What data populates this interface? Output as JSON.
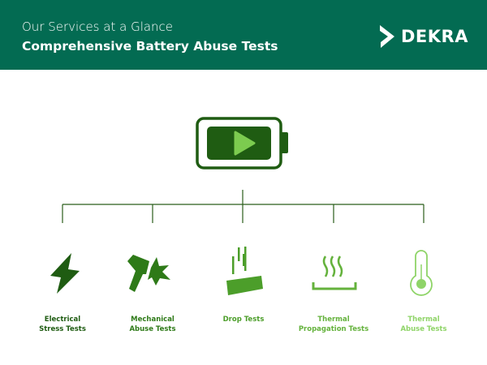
{
  "header": {
    "subtitle": "Our Services at a Glance",
    "title": "Comprehensive Battery Abuse Tests",
    "logo_text": "DEKRA"
  },
  "colors": {
    "header_bg": "#036b52",
    "dark": "#1f5c12",
    "c2": "#2e7a18",
    "c3": "#4c9e2a",
    "c4": "#64b23c",
    "c5": "#8fd468"
  },
  "services": [
    {
      "label_line1": "Electrical",
      "label_line2": "Stress Tests",
      "icon": "lightning-icon"
    },
    {
      "label_line1": "Mechanical",
      "label_line2": "Abuse Tests",
      "icon": "hammer-icon"
    },
    {
      "label_line1": "Drop Tests",
      "label_line2": "",
      "icon": "drop-icon"
    },
    {
      "label_line1": "Thermal",
      "label_line2": "Propagation Tests",
      "icon": "heat-icon"
    },
    {
      "label_line1": "Thermal",
      "label_line2": "Abuse Tests",
      "icon": "thermometer-icon"
    }
  ]
}
